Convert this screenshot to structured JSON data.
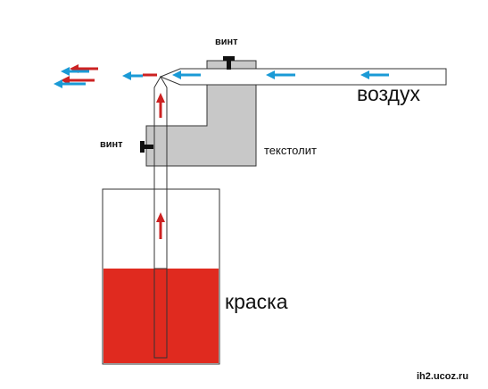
{
  "labels": {
    "screw_top": "винт",
    "screw_left": "винт",
    "textolite": "текстолит",
    "air": "воздух",
    "paint": "краска",
    "watermark": "ih2.ucoz.ru"
  },
  "colors": {
    "paint": "#e02a1f",
    "block": "#c8c8c8",
    "air_arrow": "#1a9ad6",
    "paint_arrow": "#cc2222",
    "screw": "#111111",
    "outline": "#333333"
  }
}
